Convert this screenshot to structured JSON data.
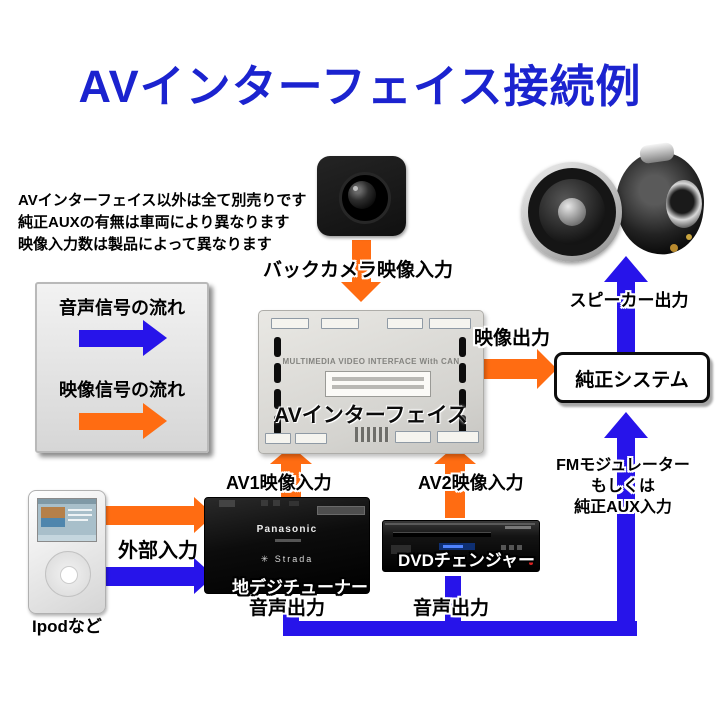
{
  "title": "AVインターフェイス接続例",
  "notes": {
    "line1": "AVインターフェイス以外は全て別売りです",
    "line2": "純正AUXの有無は車両により異なります",
    "line3": "映像入力数は製品によって異なります"
  },
  "legend": {
    "audio_flow": "音声信号の流れ",
    "video_flow": "映像信号の流れ"
  },
  "flow_labels": {
    "back_camera_input": "バックカメラ映像入力",
    "video_output": "映像出力",
    "speaker_output": "スピーカー出力",
    "fm_line1": "FMモジュレーター",
    "fm_line2": "もしくは",
    "fm_line3": "純正AUX入力",
    "av1_input": "AV1映像入力",
    "av2_input": "AV2映像入力",
    "external_input": "外部入力",
    "audio_output_left": "音声出力",
    "audio_output_right": "音声出力"
  },
  "devices": {
    "oem_system": "純正システム",
    "interface_name": "AVインターフェイス",
    "interface_subtitle": "MULTIMEDIA VIDEO INTERFACE With CAN",
    "ipod_caption": "Ipodなど",
    "tuner_caption": "地デジチューナー",
    "tuner_brand": "Panasonic",
    "tuner_series_mark": "✳",
    "tuner_series": "Strada",
    "dvd_caption": "DVDチェンジャー"
  },
  "colors": {
    "title": "#1b23cf",
    "audio_arrow": "#2714ea",
    "video_arrow": "#ff6c12"
  }
}
